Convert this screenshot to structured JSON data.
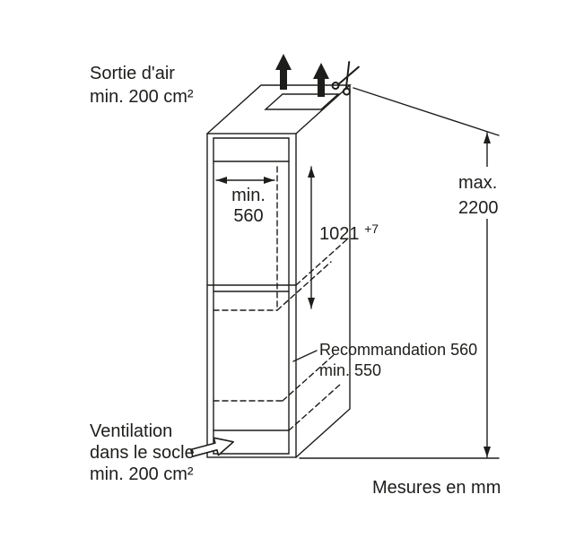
{
  "diagram": {
    "air_outlet": {
      "line1": "Sortie d'air",
      "line2": "min. 200 cm²"
    },
    "niche_width": {
      "line1": "min.",
      "line2": "560"
    },
    "niche_height": {
      "value": "1021",
      "tolerance": "+7"
    },
    "max_height": {
      "line1": "max.",
      "line2": "2200"
    },
    "depth": {
      "line1": "Recommandation 560",
      "line2": "min. 550"
    },
    "base_ventilation": {
      "line1": "Ventilation",
      "line2": "dans le socle",
      "line3": "min. 200 cm²"
    },
    "units": "Mesures en mm",
    "icons": {
      "top": [
        "airflow-up-arrow-icon",
        "airflow-up-arrow-icon",
        "scissors-icon"
      ],
      "bottom": [
        "ventilation-arrow-icon"
      ]
    },
    "colors": {
      "line": "#1d1d1b",
      "background": "#ffffff"
    }
  }
}
